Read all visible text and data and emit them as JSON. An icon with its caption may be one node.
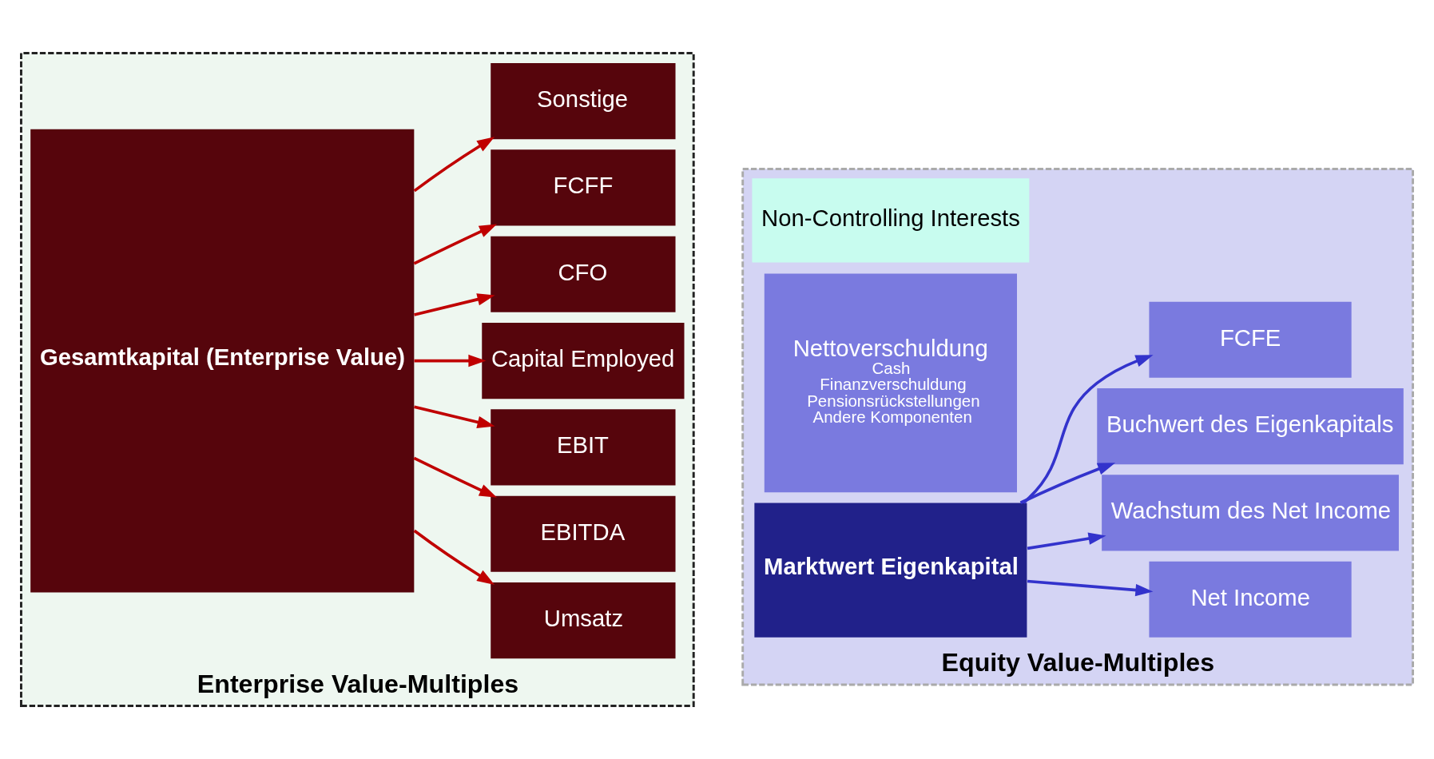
{
  "diagram": {
    "nodes": [
      {
        "text": [
          "Enterprise Value-Multiples"
        ]
      },
      {
        "text": [
          "Umsatz"
        ],
        "in": 0
      },
      {
        "text": [
          "EBITDA"
        ],
        "in": 0
      },
      {
        "text": [
          "EBIT"
        ],
        "in": 0
      },
      {
        "text": [
          "Capital Employed"
        ],
        "in": 0
      },
      {
        "text": [
          "CFO"
        ],
        "in": 0
      },
      {
        "text": [
          "FCFF"
        ],
        "in": 0
      },
      {
        "text": [
          "Sonstige"
        ],
        "in": 0
      },
      {
        "text": [
          "Gesamtkapital (Enterprise Value)"
        ],
        "in": 0
      },
      {
        "text": [
          "Equity Value-Multiples"
        ]
      },
      {
        "text": [
          "Non-Controlling Interests"
        ],
        "in": 9
      },
      {
        "text": [
          "Nettoverschuldung",
          "Cash",
          "Finanzverschuldung",
          "Pensionsrückstellungen",
          "Andere Komponenten"
        ],
        "in": 9
      },
      {
        "text": [
          "Marktwert Eigenkapital"
        ],
        "in": 9
      },
      {
        "text": [
          "Net Income"
        ],
        "in": 9
      },
      {
        "text": [
          "Wachstum des Net Income"
        ],
        "in": 9
      },
      {
        "text": [
          "Buchwert des Eigenkapitals"
        ],
        "in": 9
      },
      {
        "text": [
          "FCFE"
        ],
        "in": 9
      }
    ],
    "edges": [
      {
        "from": 8,
        "to": 1,
        "arrow": "to",
        "color": "#c00000"
      },
      {
        "from": 8,
        "to": 2,
        "arrow": "to",
        "color": "#c00000"
      },
      {
        "from": 8,
        "to": 3,
        "arrow": "to",
        "color": "#c00000"
      },
      {
        "from": 8,
        "to": 4,
        "arrow": "to",
        "color": "#c00000"
      },
      {
        "from": 8,
        "to": 5,
        "arrow": "to",
        "color": "#c00000"
      },
      {
        "from": 8,
        "to": 6,
        "arrow": "to",
        "color": "#c00000"
      },
      {
        "from": 8,
        "to": 7,
        "arrow": "to",
        "color": "#c00000"
      },
      {
        "from": 12,
        "to": 13,
        "arrow": "to",
        "color": "#3333cc"
      },
      {
        "from": 12,
        "to": 14,
        "arrow": "to",
        "color": "#3333cc"
      },
      {
        "from": 12,
        "to": 15,
        "arrow": "to",
        "color": "#3333cc"
      },
      {
        "from": 12,
        "to": 16,
        "arrow": "to",
        "color": "#3333cc"
      }
    ]
  }
}
